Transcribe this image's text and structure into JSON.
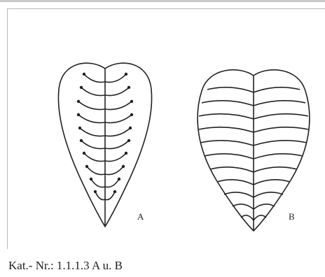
{
  "figure": {
    "label_a": "A",
    "label_b": "B",
    "leaf_a_icon": "pinnate-leaf-with-knobbed-veins",
    "leaf_b_icon": "leaf-with-arched-transverse-veins"
  },
  "caption": "Kat.- Nr.: 1.1.1.3 A u. B",
  "colors": {
    "stroke": "#222222",
    "background": "#ffffff"
  }
}
